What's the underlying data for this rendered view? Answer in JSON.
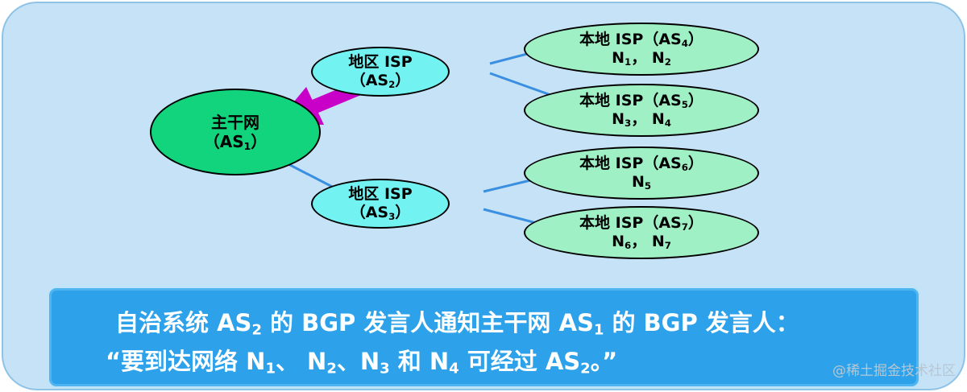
{
  "colors": {
    "panel": "#c6e2f6",
    "backbone": "#12d47d",
    "regional": "#73f2f2",
    "local": "#9ff0c4",
    "link": "#3a8fe0",
    "arrow": "#c800c8",
    "message_box": "#2da2ea"
  },
  "nodes": {
    "backbone": {
      "line1": "主干网",
      "line2_open": "（AS",
      "line2_sub": "1",
      "line2_close": "）"
    },
    "regional2": {
      "line1": "地区 ISP",
      "line2_open": "（AS",
      "line2_sub": "2",
      "line2_close": "）"
    },
    "regional3": {
      "line1": "地区 ISP",
      "line2_open": "（AS",
      "line2_sub": "3",
      "line2_close": "）"
    },
    "local4": {
      "line1": "本地 ISP（AS",
      "line1_sub": "4",
      "line1_close": "）",
      "net_a": "N",
      "net_a_sub": "1",
      "sep": "，  ",
      "net_b": "N",
      "net_b_sub": "2"
    },
    "local5": {
      "line1": "本地 ISP（AS",
      "line1_sub": "5",
      "line1_close": "）",
      "net_a": "N",
      "net_a_sub": "3",
      "sep": "，  ",
      "net_b": "N",
      "net_b_sub": "4"
    },
    "local6": {
      "line1": "本地 ISP（AS",
      "line1_sub": "6",
      "line1_close": "）",
      "net_a": "N",
      "net_a_sub": "5"
    },
    "local7": {
      "line1": "本地 ISP（AS",
      "line1_sub": "7",
      "line1_close": "）",
      "net_a": "N",
      "net_a_sub": "6",
      "sep": "，  ",
      "net_b": "N",
      "net_b_sub": "7"
    }
  },
  "message": {
    "l1_a": "自治系统 AS",
    "l1_a_sub": "2",
    "l1_b": " 的 BGP 发言人通知主干网 AS",
    "l1_b_sub": "1",
    "l1_c": " 的 BGP 发言人：",
    "l2_a": "“要到达网络 N",
    "l2_a_sub": "1",
    "l2_b": "、 N",
    "l2_b_sub": "2",
    "l2_c": "、N",
    "l2_c_sub": "3",
    "l2_d": " 和 N",
    "l2_d_sub": "4",
    "l2_e": " 可经过 AS",
    "l2_e_sub": "2",
    "l2_f": "。”"
  },
  "watermark": "@稀土掘金技术社区"
}
